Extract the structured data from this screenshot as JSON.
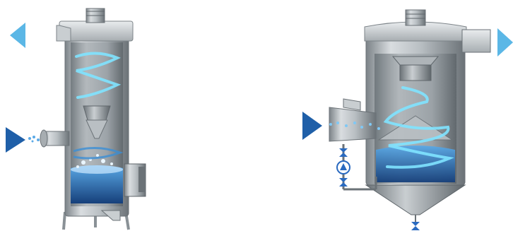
{
  "diagram": {
    "left_unit": {
      "description_text": "",
      "components": [
        "top-motor",
        "exhaust-duct",
        "cylindrical-housing",
        "spiral-airflow",
        "inner-cone",
        "tangential-inlet-pipe",
        "liquid-bath",
        "side-outlet-box",
        "drain-nozzle",
        "support-legs"
      ]
    },
    "right_unit": {
      "description_text": "",
      "components": [
        "top-motor",
        "outlet-duct",
        "cylindrical-housing",
        "vortex-finder",
        "spiral-airflow",
        "inlet-duct",
        "conical-hopper",
        "pump",
        "valves",
        "recirculation-line",
        "bottom-valve"
      ]
    },
    "navigation": {
      "left_arrow": "prev",
      "right_arrow": "next"
    },
    "colors": {
      "accent_blue": "#1f5fa8",
      "nav_arrow_blue": "#5bb7e6",
      "steel_light": "#d9dde0",
      "steel_mid": "#9aa1a6",
      "steel_dark": "#5f666b",
      "water_dark": "#1d5fae",
      "spiral_cyan": "#7fe3ff",
      "valve_blue": "#2a6ac0"
    }
  }
}
